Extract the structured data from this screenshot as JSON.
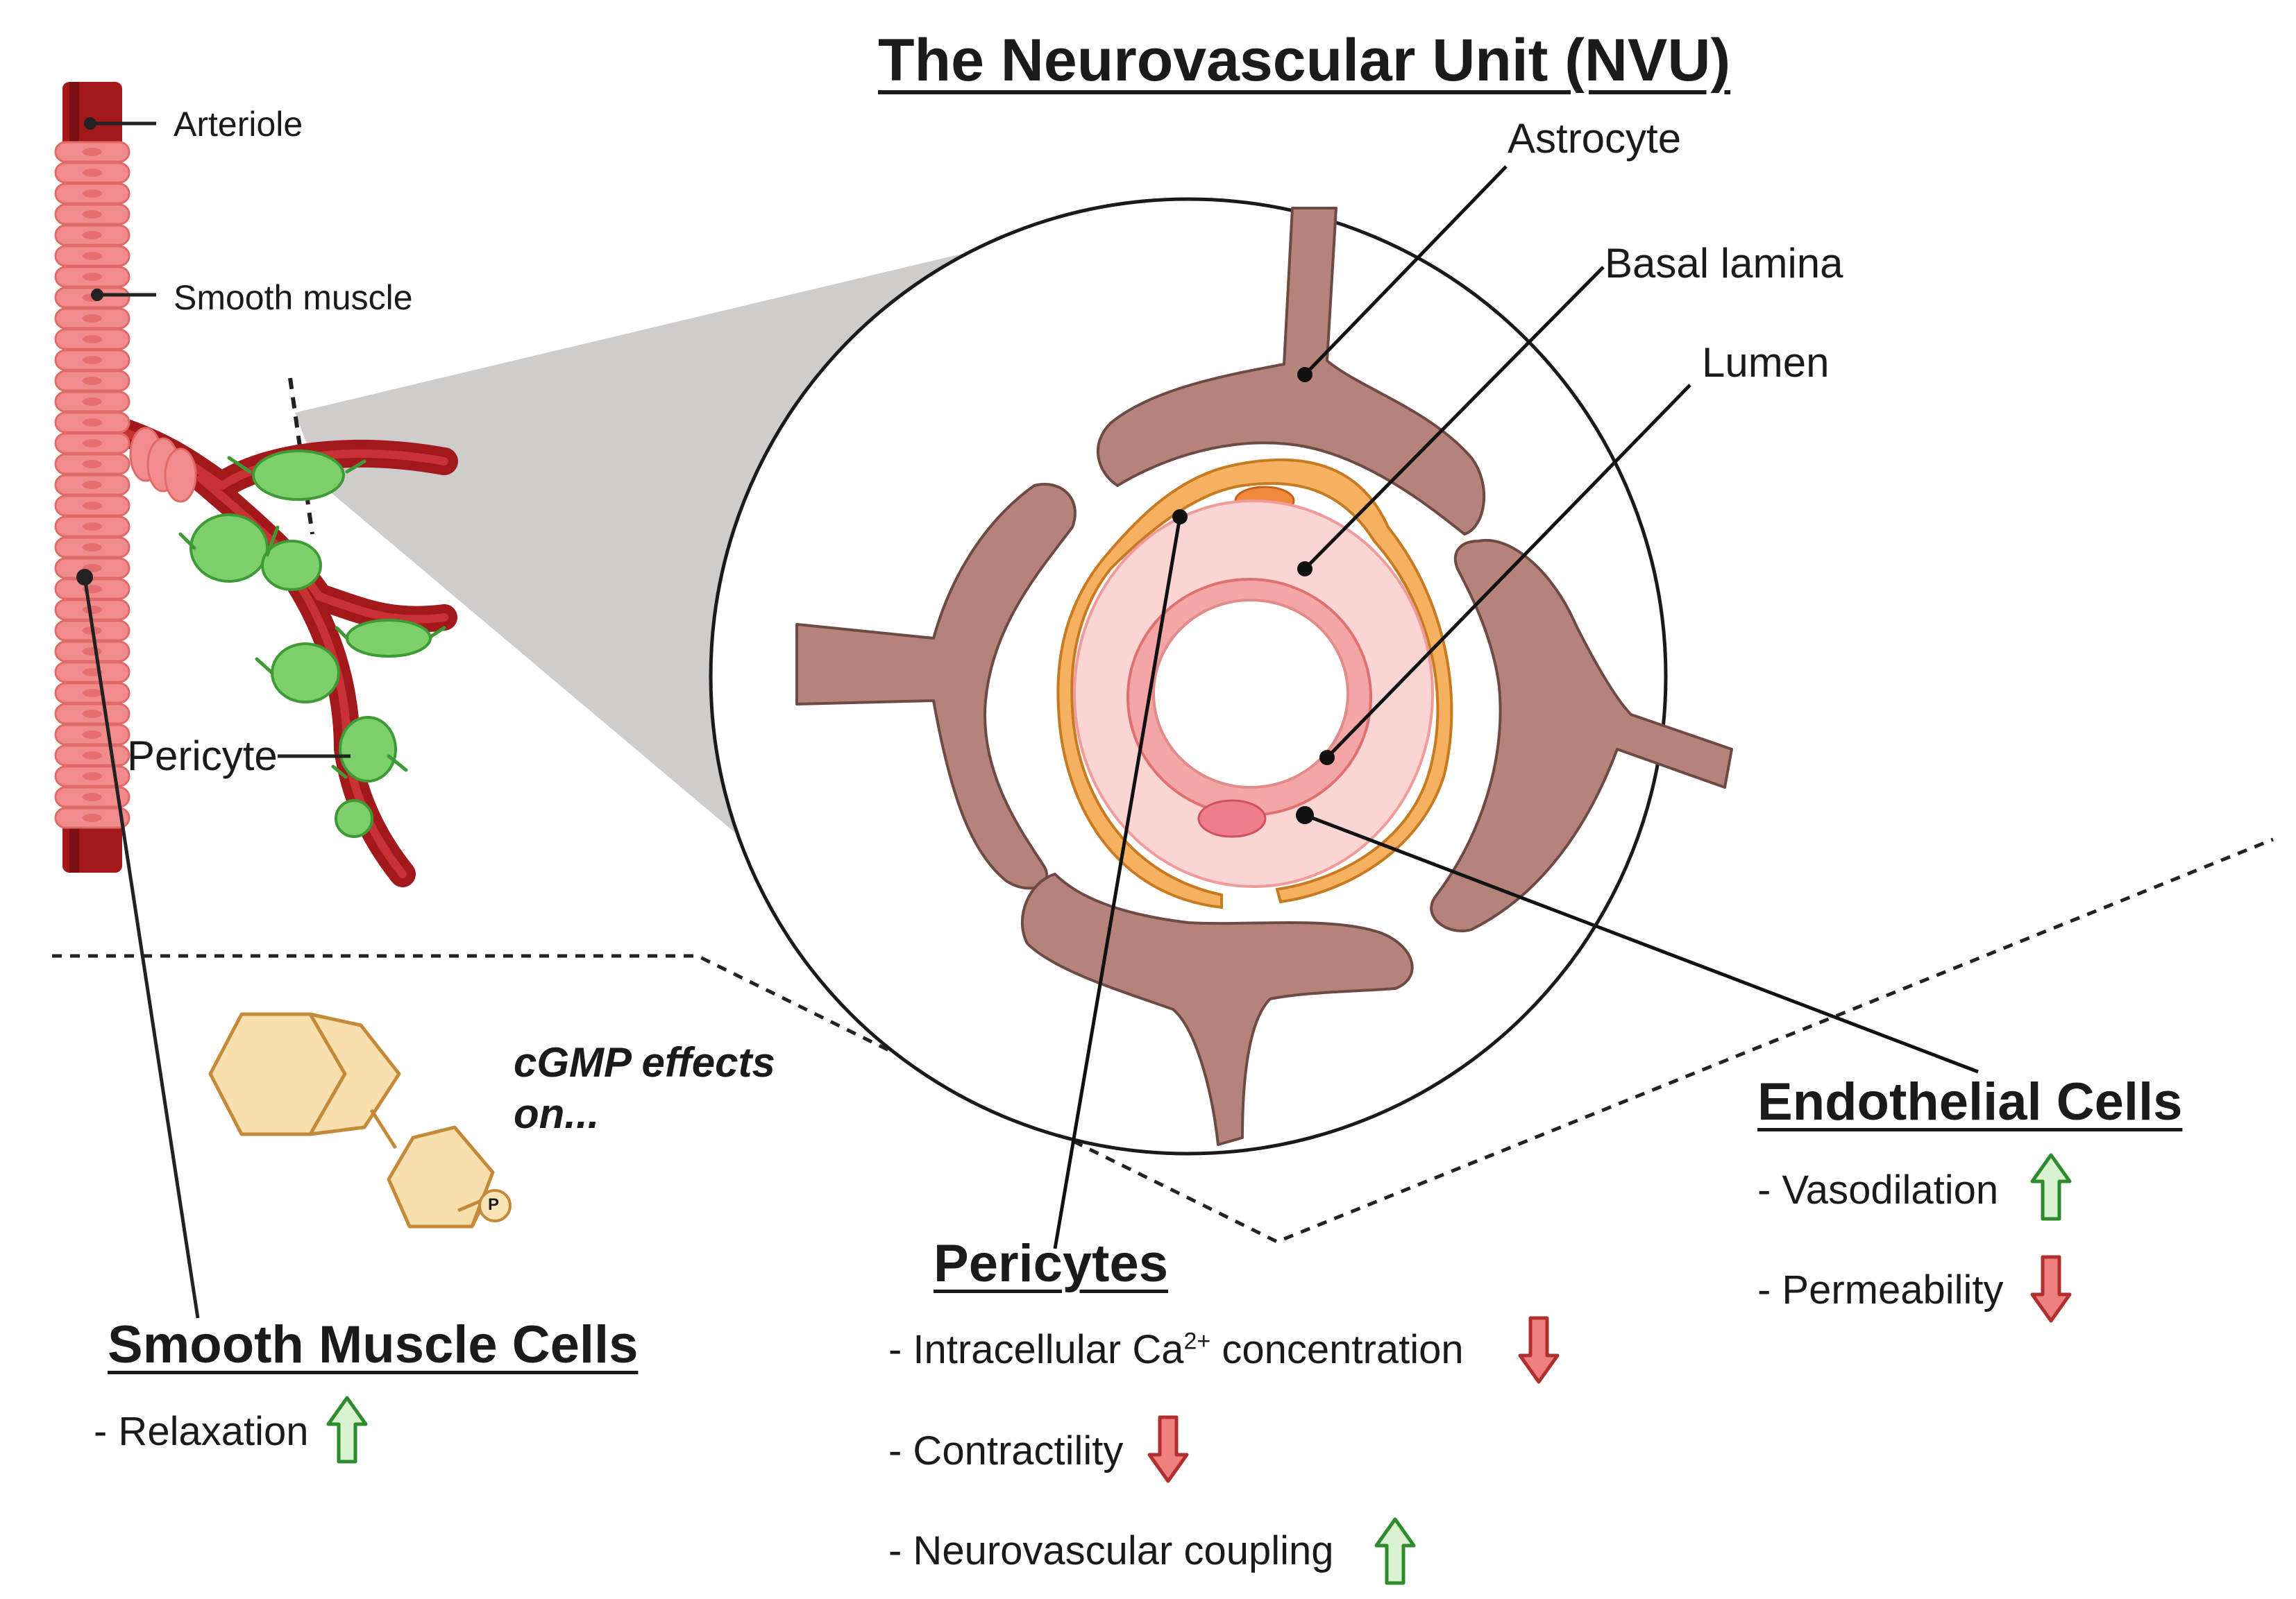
{
  "title": "The Neurovascular Unit (NVU)",
  "vessel_labels": {
    "arteriole": "Arteriole",
    "smooth_muscle": "Smooth muscle",
    "pericyte": "Pericyte"
  },
  "nvu_labels": {
    "astrocyte": "Astrocyte",
    "basal_lamina": "Basal lamina",
    "lumen": "Lumen"
  },
  "cgmp": {
    "line1": "cGMP effects",
    "line2": "on...",
    "phosphate": "P"
  },
  "smooth_muscle_cells": {
    "heading": "Smooth Muscle Cells",
    "items": [
      {
        "text": "- Relaxation",
        "direction": "up"
      }
    ]
  },
  "pericytes": {
    "heading": "Pericytes",
    "items": [
      {
        "text_before": "- Intracellular Ca",
        "superscript": "2+",
        "text_after": " concentration",
        "direction": "down"
      },
      {
        "text": "- Contractility",
        "direction": "down"
      },
      {
        "text": "- Neurovascular coupling",
        "direction": "up"
      }
    ]
  },
  "endothelial_cells": {
    "heading": "Endothelial Cells",
    "items": [
      {
        "text": "- Vasodilation",
        "direction": "up"
      },
      {
        "text": "- Permeability",
        "direction": "down"
      }
    ]
  },
  "colors": {
    "up_fill": "#d9f2d0",
    "up_stroke": "#2e8b2e",
    "down_fill": "#f08080",
    "down_stroke": "#b03030",
    "astrocyte": "#b5837a",
    "vessel": "#a3191b",
    "pericyte_green": "#7ccf6a",
    "smooth_muscle": "#f28c8c",
    "basal_lamina": "#f5b060",
    "cgmp_fill": "#f7dfae",
    "cgmp_stroke": "#c48a3a"
  }
}
